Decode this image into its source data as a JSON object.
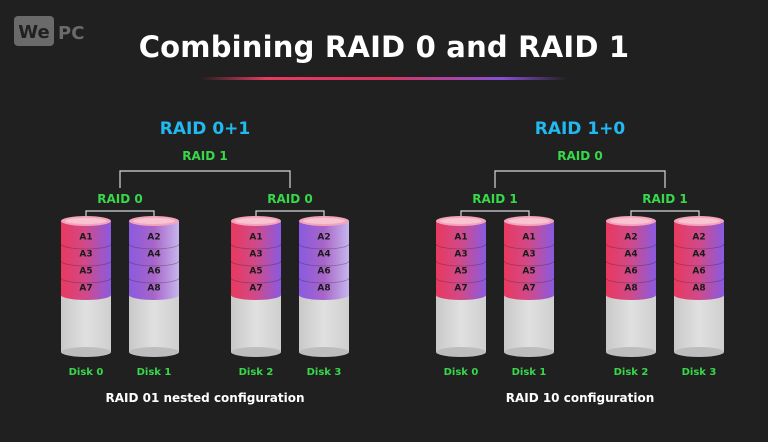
{
  "logo": {
    "we": "We",
    "pc": "PC"
  },
  "title": "Combining RAID 0 and RAID 1",
  "colors": {
    "background": "#202020",
    "config_title": "#22b8f0",
    "level_label": "#37d84a",
    "disk_pink": "#e63a60",
    "disk_purple": "#8a5ae0",
    "disk_empty": "#d6d6d6"
  },
  "configs": [
    {
      "title": "RAID 0+1",
      "top_label": "RAID 1",
      "groups": [
        {
          "label": "RAID 0",
          "disks": [
            {
              "label": "Disk 0",
              "blocks": [
                "A1",
                "A3",
                "A5",
                "A7"
              ]
            },
            {
              "label": "Disk 1",
              "blocks": [
                "A2",
                "A4",
                "A6",
                "A8"
              ]
            }
          ]
        },
        {
          "label": "RAID 0",
          "disks": [
            {
              "label": "Disk 2",
              "blocks": [
                "A1",
                "A3",
                "A5",
                "A7"
              ]
            },
            {
              "label": "Disk 3",
              "blocks": [
                "A2",
                "A4",
                "A6",
                "A8"
              ]
            }
          ]
        }
      ],
      "caption": "RAID 01 nested configuration"
    },
    {
      "title": "RAID 1+0",
      "top_label": "RAID 0",
      "groups": [
        {
          "label": "RAID 1",
          "disks": [
            {
              "label": "Disk 0",
              "blocks": [
                "A1",
                "A3",
                "A5",
                "A7"
              ]
            },
            {
              "label": "Disk 1",
              "blocks": [
                "A1",
                "A3",
                "A5",
                "A7"
              ]
            }
          ]
        },
        {
          "label": "RAID 1",
          "disks": [
            {
              "label": "Disk 2",
              "blocks": [
                "A2",
                "A4",
                "A6",
                "A8"
              ]
            },
            {
              "label": "Disk 3",
              "blocks": [
                "A2",
                "A4",
                "A6",
                "A8"
              ]
            }
          ]
        }
      ],
      "caption": "RAID 10 configuration"
    }
  ]
}
